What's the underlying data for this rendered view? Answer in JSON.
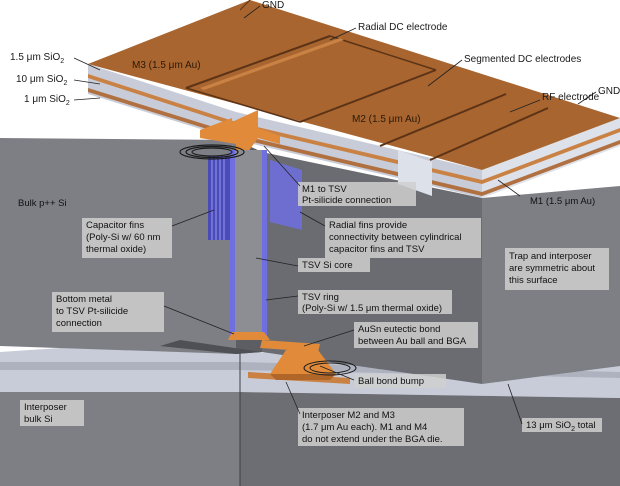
{
  "labels": {
    "gnd_top": "GND",
    "radial_dc": "Radial DC electrode",
    "sio2_1_5": "1.5 μm SiO",
    "sio2_10": "10 μm SiO",
    "sio2_1": "1 μm SiO",
    "sio2_sub": "2",
    "m3": "M3 (1.5 μm Au)",
    "segmented_dc": "Segmented DC electrodes",
    "rf_electrode": "RF electrode",
    "gnd_right": "GND",
    "m2": "M2 (1.5 μm Au)",
    "bulk_si": "Bulk p++ Si",
    "m1_tsv_1": "M1 to TSV",
    "m1_tsv_2": "Pt-silicide connection",
    "m1": "M1 (1.5 μm Au)",
    "cap_fins_1": "Capacitor fins",
    "cap_fins_2": "(Poly-Si w/ 60 nm",
    "cap_fins_3": "thermal oxide)",
    "radial_fins_1": "Radial fins provide",
    "radial_fins_2": "connectivity between cylindrical",
    "radial_fins_3": "capacitor fins and TSV",
    "trap_1": "Trap and interposer",
    "trap_2": "are symmetric about",
    "trap_3": "this surface",
    "tsv_core": "TSV Si core",
    "tsv_ring_1": "TSV ring",
    "tsv_ring_2": "(Poly-Si w/ 1.5 μm thermal oxide)",
    "bottom_metal_1": "Bottom metal",
    "bottom_metal_2": "to TSV Pt-silicide",
    "bottom_metal_3": "connection",
    "ausn_1": "AuSn eutectic bond",
    "ausn_2": "between Au ball and BGA",
    "ball_bump": "Ball bond bump",
    "interposer_bulk_1": "Interposer",
    "interposer_bulk_2": "bulk Si",
    "interposer_m2m3_1": "Interposer M2 and M3",
    "interposer_m2m3_2": "(1.7 μm Au each). M1 and M4",
    "interposer_m2m3_3": "do not extend under the BGA die.",
    "sio2_total": "13 μm SiO",
    "sio2_total_sub": "2",
    "sio2_total_tail": " total"
  },
  "colors": {
    "gold_top": "#a8652f",
    "gold_dark": "#7c4620",
    "gold_light": "#c98244",
    "copper_highlight": "#e08a3a",
    "oxide": "#c8ccd8",
    "oxide_light": "#dde1ea",
    "bulk_front": "#7d7f85",
    "bulk_side": "#5c5e63",
    "bulk_top": "#9a9ca2",
    "tsv_blue": "#6f6fe0",
    "tsv_blue_dark": "#4a4ab8"
  }
}
